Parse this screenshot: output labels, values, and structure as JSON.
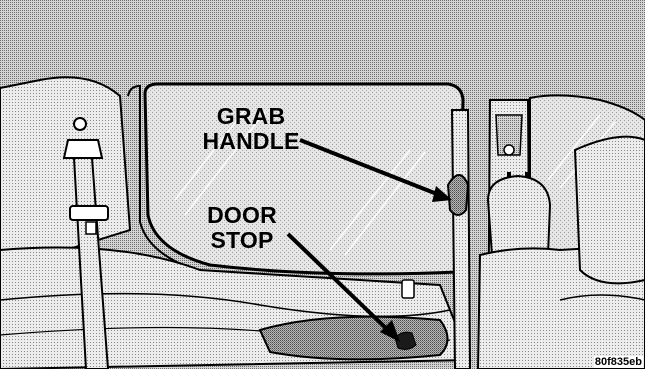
{
  "figure": {
    "callouts": {
      "grab_handle": [
        "GRAB",
        "HANDLE"
      ],
      "door_stop": [
        "DOOR",
        "STOP"
      ]
    },
    "reference_code": "80f835eb"
  },
  "colors": {
    "ink": "#000000",
    "paper": "#ffffff",
    "halftone_light": "#d9d9d9",
    "halftone_mid": "#bdbdbd",
    "halftone_dark": "#a6a6a6"
  },
  "icons": [
    "seatbelt",
    "grab-handle",
    "door-stop",
    "headrest",
    "leader-arrow"
  ]
}
